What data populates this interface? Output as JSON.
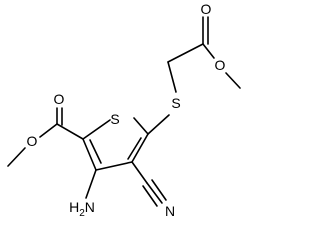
{
  "molecule": {
    "atoms": {
      "ring_sulfur": "S",
      "thioether_sulfur": "S",
      "ester1_carbonyl_oxygen": "O",
      "ester1_ether_oxygen": "O",
      "ester2_carbonyl_oxygen": "O",
      "ester2_ether_oxygen": "O",
      "amino_group": "H2N",
      "nitrile_nitrogen": "N"
    },
    "colors": {
      "bond": "#000000",
      "label": "#000000",
      "background": "#ffffff"
    }
  }
}
